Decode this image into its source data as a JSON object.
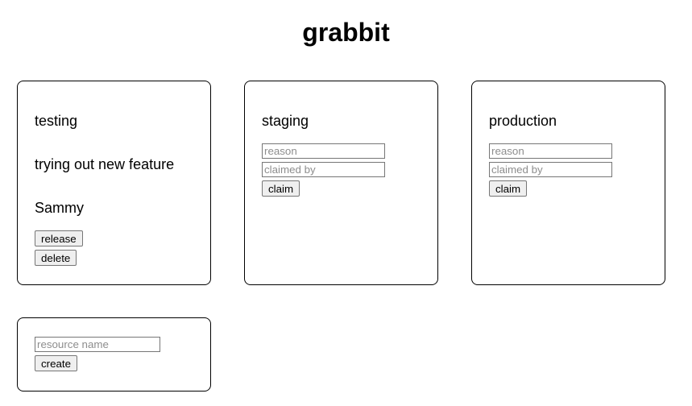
{
  "app": {
    "title": "grabbit",
    "background_color": "#ffffff",
    "card_border_color": "#000000",
    "button_background_color": "#efefef",
    "placeholder_color": "#8d8d8d"
  },
  "resources": [
    {
      "name": "testing",
      "claimed": true,
      "reason": "trying out new feature",
      "claimed_by": "Sammy",
      "release_label": "release",
      "delete_label": "delete"
    },
    {
      "name": "staging",
      "claimed": false,
      "reason_placeholder": "reason",
      "claimed_by_placeholder": "claimed by",
      "claim_label": "claim"
    },
    {
      "name": "production",
      "claimed": false,
      "reason_placeholder": "reason",
      "claimed_by_placeholder": "claimed by",
      "claim_label": "claim"
    }
  ],
  "create": {
    "resource_name_placeholder": "resource name",
    "resource_name_value": "",
    "create_label": "create"
  }
}
